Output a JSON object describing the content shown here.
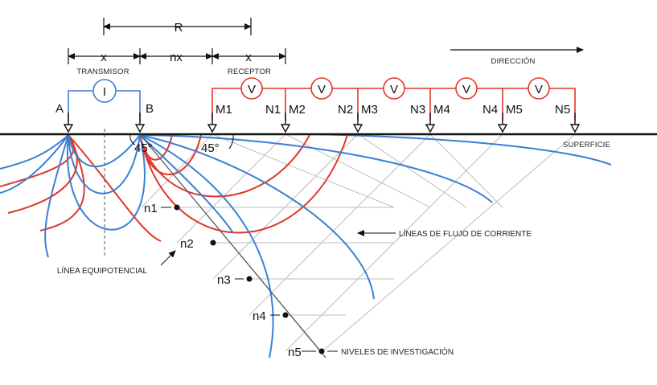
{
  "labels": {
    "R": "R",
    "x_left": "x",
    "nx": "nx",
    "x_right": "x",
    "transmisor": "TRANSMISOR",
    "receptor": "RECEPTOR",
    "direccion": "DIRECCIÓN",
    "current_symbol": "I",
    "A": "A",
    "B": "B",
    "M1": "M1",
    "N1": "N1",
    "M2": "M2",
    "N2": "N2",
    "M3": "M3",
    "N3": "N3",
    "M4": "M4",
    "N4": "N4",
    "M5": "M5",
    "N5": "N5",
    "angle_left": "45°",
    "angle_right": "45°",
    "superficie": "SUPERFICIE",
    "flujo": "LÍNEAS DE FLUJO DE CORRIENTE",
    "equipotencial": "LÍNEA EQUIPOTENCIAL",
    "niveles": "NIVELES DE INVESTIGACIÓN",
    "n1": "n1",
    "n2": "n2",
    "n3": "n3",
    "n4": "n4",
    "n5": "n5"
  },
  "voltmeters": [
    "V",
    "V",
    "V",
    "V",
    "V"
  ],
  "colors": {
    "flow_lines": "#3b7fd4",
    "equipotential_lines": "#e0372a",
    "grid_lines": "#bdbdbd",
    "ink": "#111111"
  }
}
